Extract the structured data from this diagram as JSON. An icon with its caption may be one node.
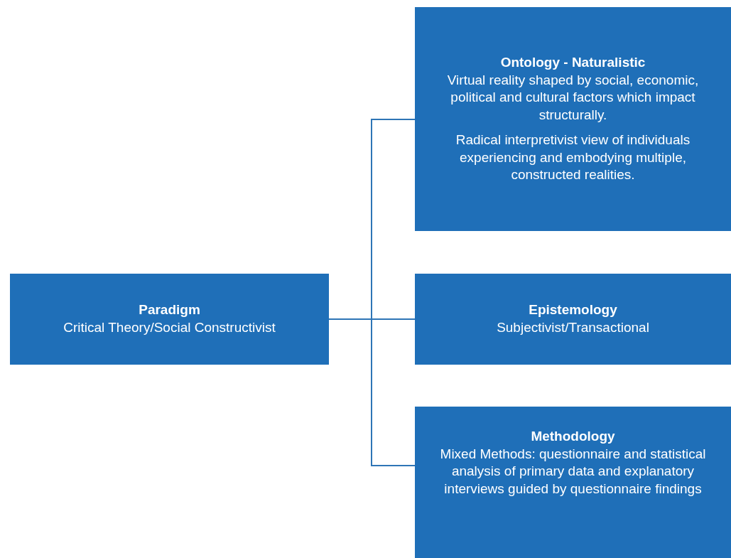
{
  "diagram": {
    "nodes": [
      {
        "text": [
          "Paradigm",
          "Critical Theory/Social Constructivist"
        ]
      },
      {
        "text": [
          "Ontology - Naturalistic",
          "Virtual reality shaped by social, economic, political and cultural factors which impact structurally.",
          "Radical interpretivist view of individuals experiencing and embodying multiple, constructed realities."
        ]
      },
      {
        "text": [
          "Epistemology",
          "Subjectivist/Transactional"
        ]
      },
      {
        "text": [
          "Methodology",
          "Mixed Methods: questionnaire and statistical analysis of primary data and explanatory interviews guided by questionnaire findings"
        ]
      }
    ],
    "edges": [
      {
        "from": 0,
        "to": 1,
        "arrow": "none"
      },
      {
        "from": 0,
        "to": 2,
        "arrow": "none"
      },
      {
        "from": 0,
        "to": 3,
        "arrow": "none"
      }
    ]
  }
}
